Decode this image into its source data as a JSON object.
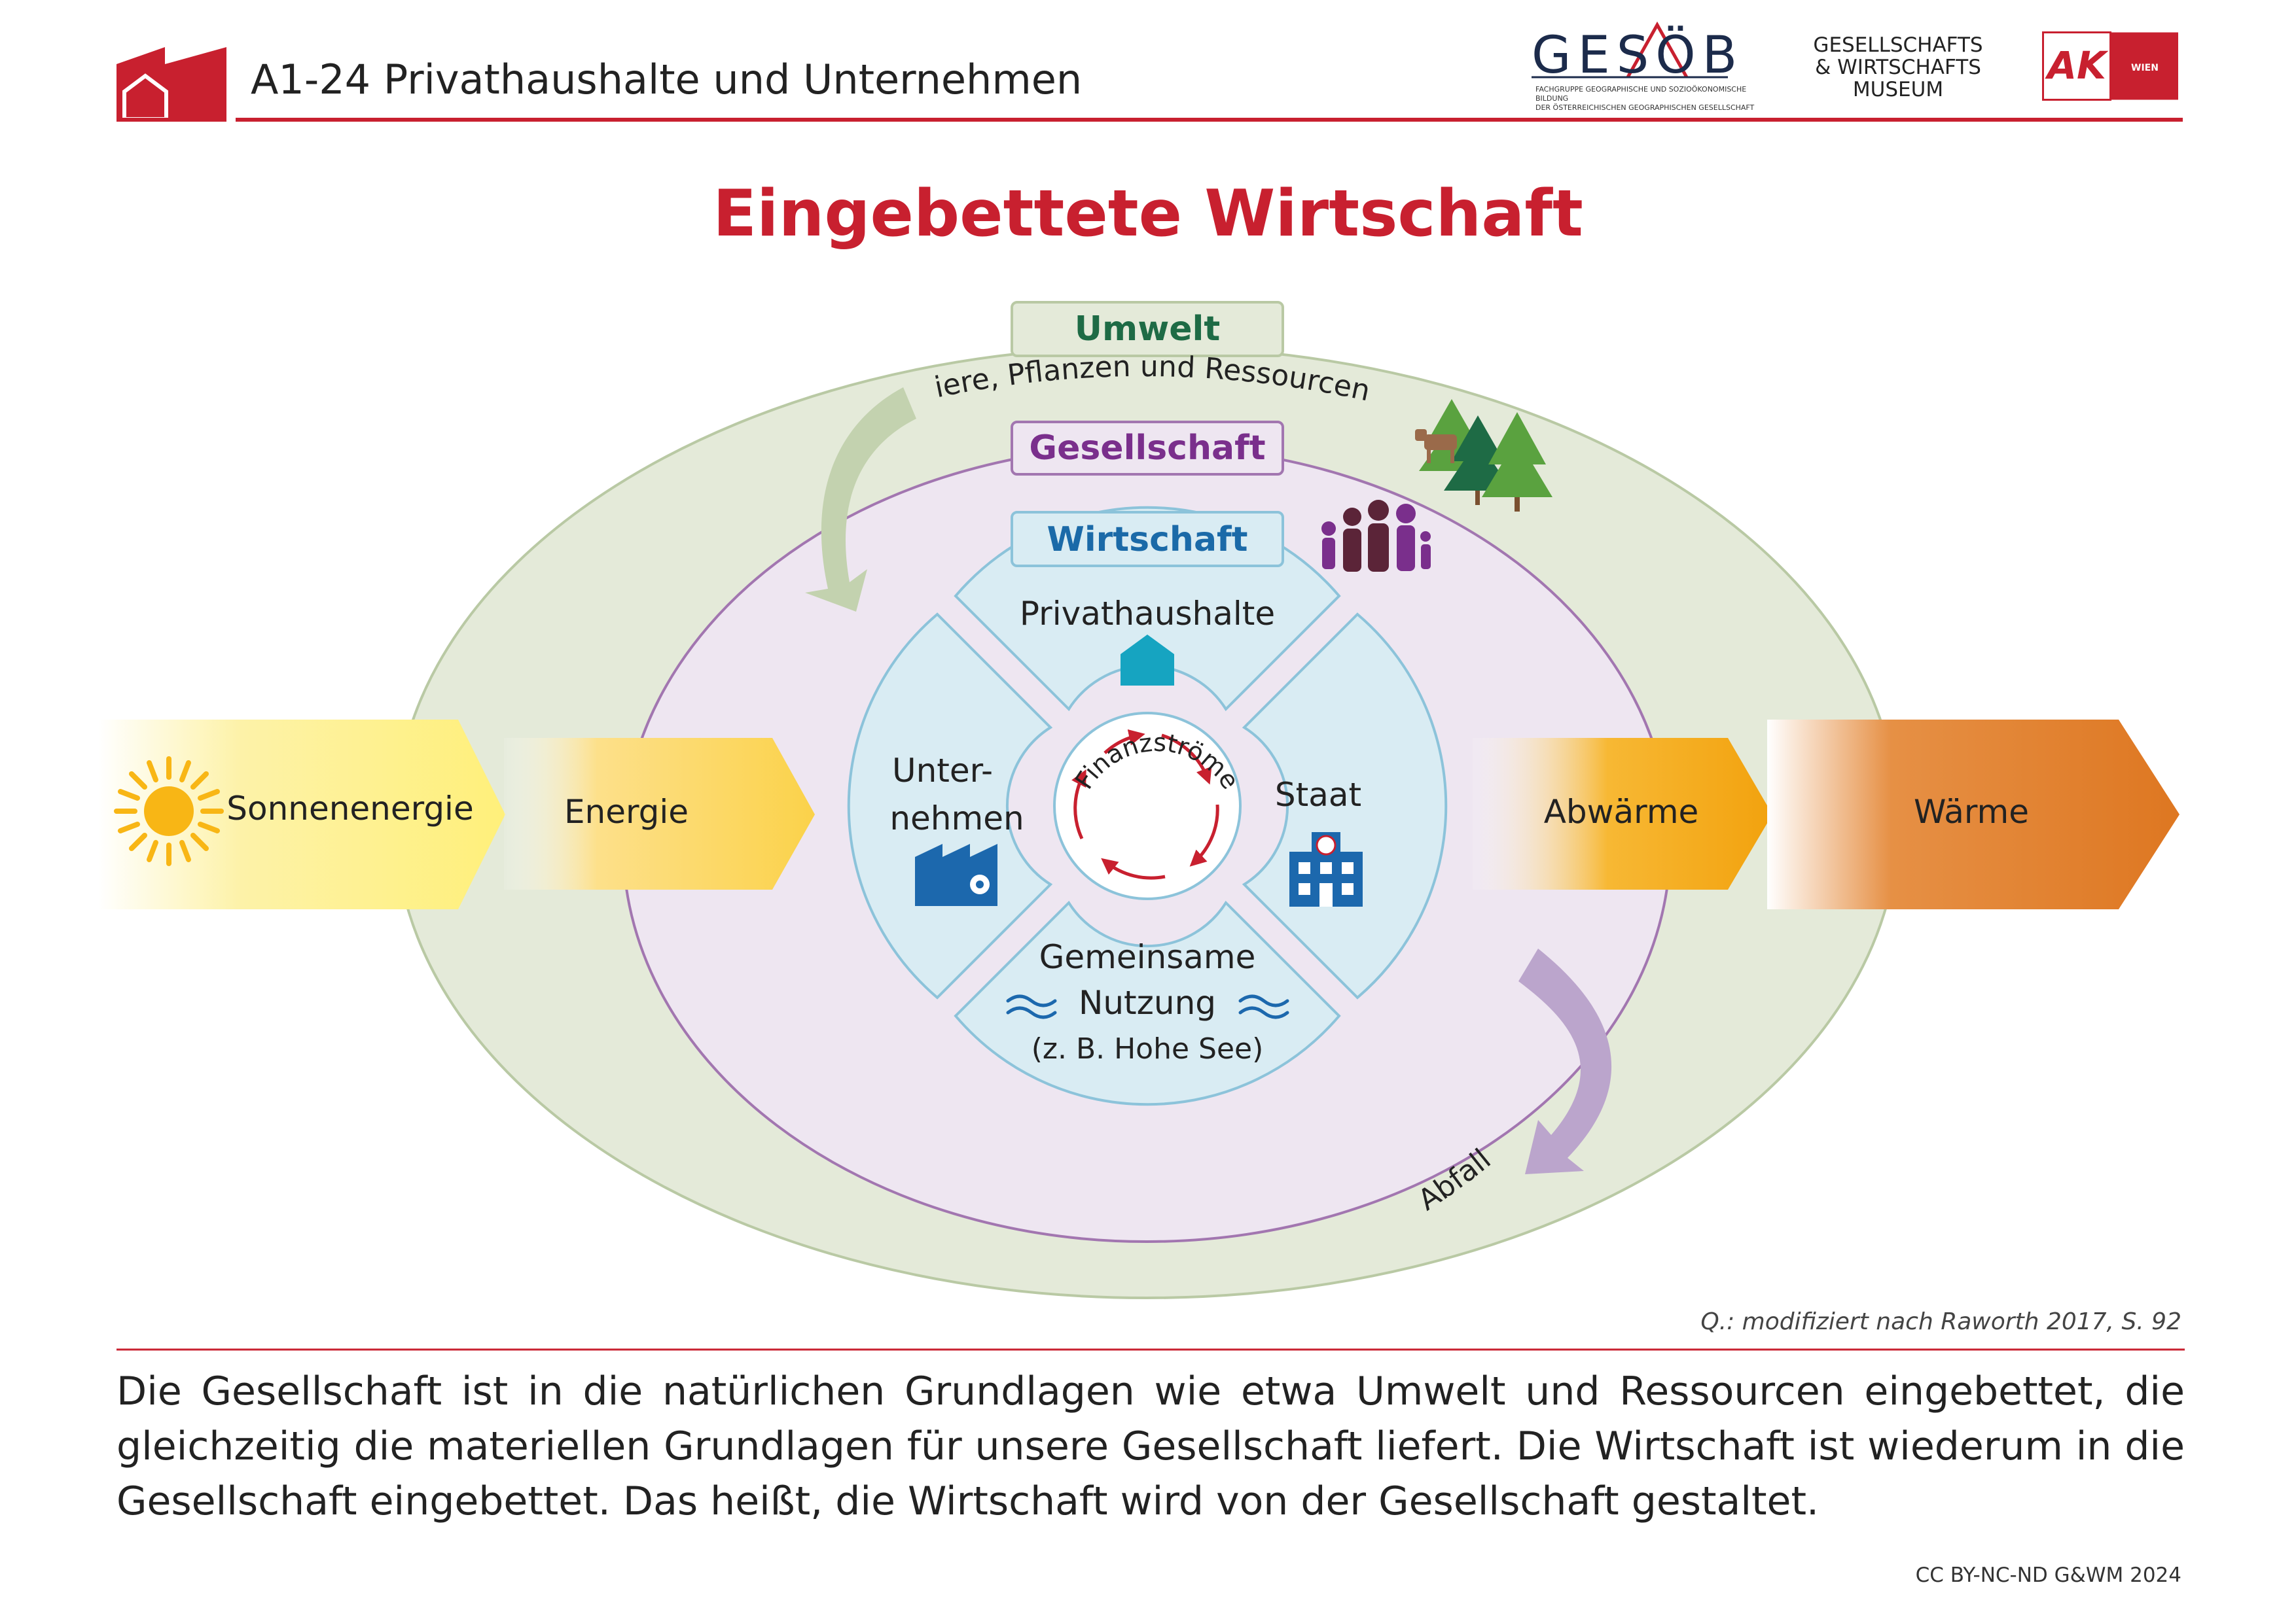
{
  "header": {
    "title": "A1-24 Privathaushalte und Unternehmen",
    "logos": {
      "gesoeb": "GESÖB",
      "gesoeb_subline": "FACHGRUPPE GEOGRAPHISCHE UND SOZIOÖKONOMISCHE BILDUNG\nDER ÖSTERREICHISCHEN GEOGRAPHISCHEN GESELLSCHAFT",
      "museum": "GESELLSCHAFTS\n& WIRTSCHAFTS\nMUSEUM",
      "ak": "AK",
      "ak_sub": "WIEN"
    }
  },
  "title": "Eingebettete Wirtschaft",
  "diagram": {
    "umwelt_label": "Umwelt",
    "umwelt_sub": "Tiere, Pflanzen und Ressourcen",
    "gesellschaft_label": "Gesellschaft",
    "wirtschaft_label": "Wirtschaft",
    "privathaushalte": "Privathaushalte",
    "unternehmen_line1": "Unter-",
    "unternehmen_line2": "nehmen",
    "staat": "Staat",
    "gemeinsame_line1": "Gemeinsame",
    "gemeinsame_line2": "Nutzung",
    "gemeinsame_line3": "(z. B. Hohe See)",
    "finanzstroeme": "Finanzströme",
    "sonnenenergie": "Sonnenenergie",
    "energie": "Energie",
    "abwaerme": "Abwärme",
    "waerme": "Wärme",
    "abfall": "Abfall"
  },
  "colors": {
    "brand_red": "#c8202f",
    "umwelt_fill": "#e4ead9",
    "umwelt_text": "#1e6b45",
    "gesellschaft_fill": "#eee6f1",
    "gesellschaft_text": "#7a2f8c",
    "wirtschaft_fill": "#d9ecf3",
    "wirtschaft_text": "#1b6aa8",
    "energy_yellow": "#fbd24a",
    "heat_orange": "#de7721"
  },
  "source": "Q.: modifiziert nach Raworth 2017, S. 92",
  "caption": "Die Gesellschaft ist in die natürlichen Grundlagen wie etwa Umwelt und Ressourcen eingebettet, die gleichzeitig die materiellen Grundlagen für unsere Gesellschaft liefert. Die Wirtschaft ist wiederum in die Gesellschaft eingebettet. Das heißt, die Wirtschaft wird von der Gesellschaft gestaltet.",
  "license": "CC BY-NC-ND G&WM 2024"
}
